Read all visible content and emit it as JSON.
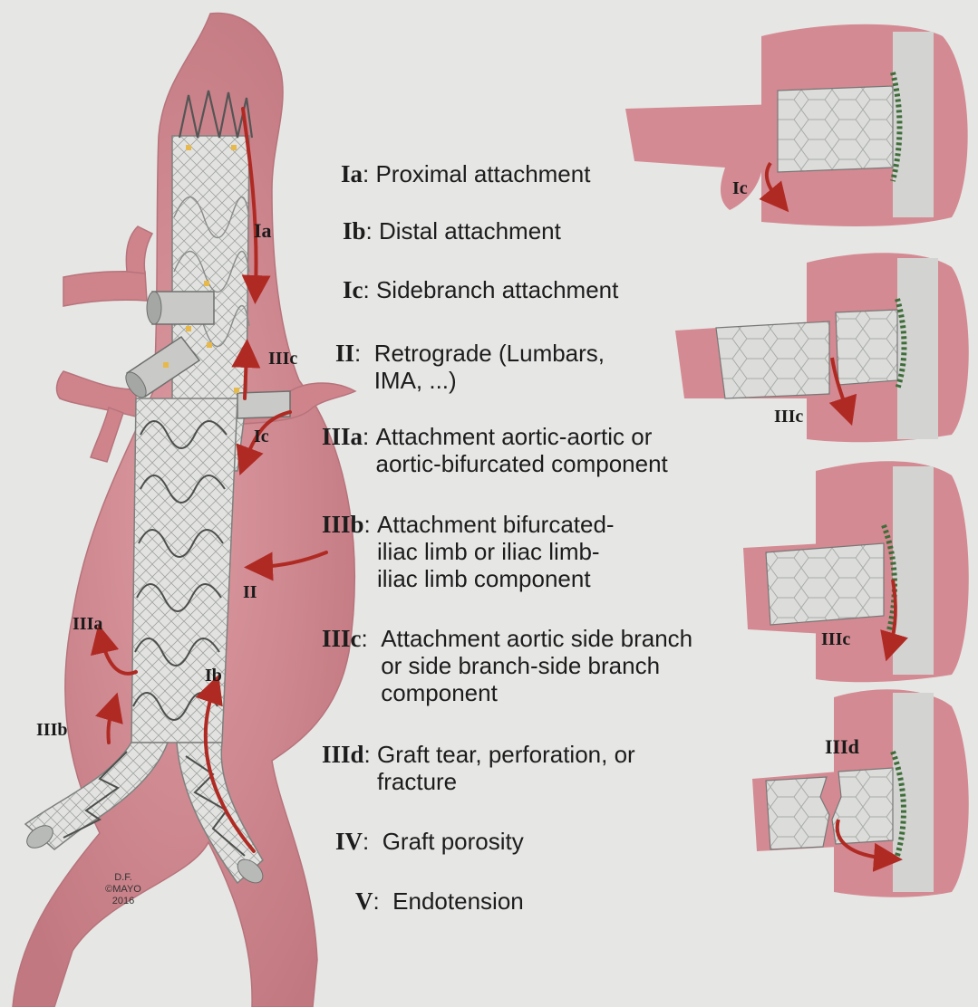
{
  "legend": [
    {
      "code": "Ia",
      "desc": "Proximal attachment"
    },
    {
      "code": "Ib",
      "desc": "Distal attachment"
    },
    {
      "code": "Ic",
      "desc": "Sidebranch attachment"
    },
    {
      "code": "II",
      "desc": "Retrograde (Lumbars,\nIMA, ...)"
    },
    {
      "code": "IIIa",
      "desc": "Attachment aortic-aortic or\naortic-bifurcated component"
    },
    {
      "code": "IIIb",
      "desc": "Attachment bifurcated-\niliac limb or iliac limb-\niliac limb component"
    },
    {
      "code": "IIIc",
      "desc": "Attachment aortic side branch\nor side branch-side branch\ncomponent"
    },
    {
      "code": "IIId",
      "desc": "Graft tear, perforation, or\nfracture"
    },
    {
      "code": "IV",
      "desc": "Graft porosity"
    },
    {
      "code": "V",
      "desc": "Endotension"
    }
  ],
  "main_labels": {
    "ia": "Ia",
    "iiic": "IIIc",
    "ic": "Ic",
    "ii": "II",
    "iiia": "IIIa",
    "ib": "Ib",
    "iiib": "IIIb"
  },
  "detail_labels": {
    "d1": "Ic",
    "d2": "IIIc",
    "d3": "IIIc",
    "d4": "IIId"
  },
  "credit": {
    "line1": "D.F.",
    "line2": "©MAYO",
    "line3": "2016"
  },
  "colors": {
    "vessel": "#d48a92",
    "vessel_dark": "#b86a74",
    "graft": "#dedfdc",
    "arrow": "#b02a24",
    "background": "#e6e7e5"
  }
}
